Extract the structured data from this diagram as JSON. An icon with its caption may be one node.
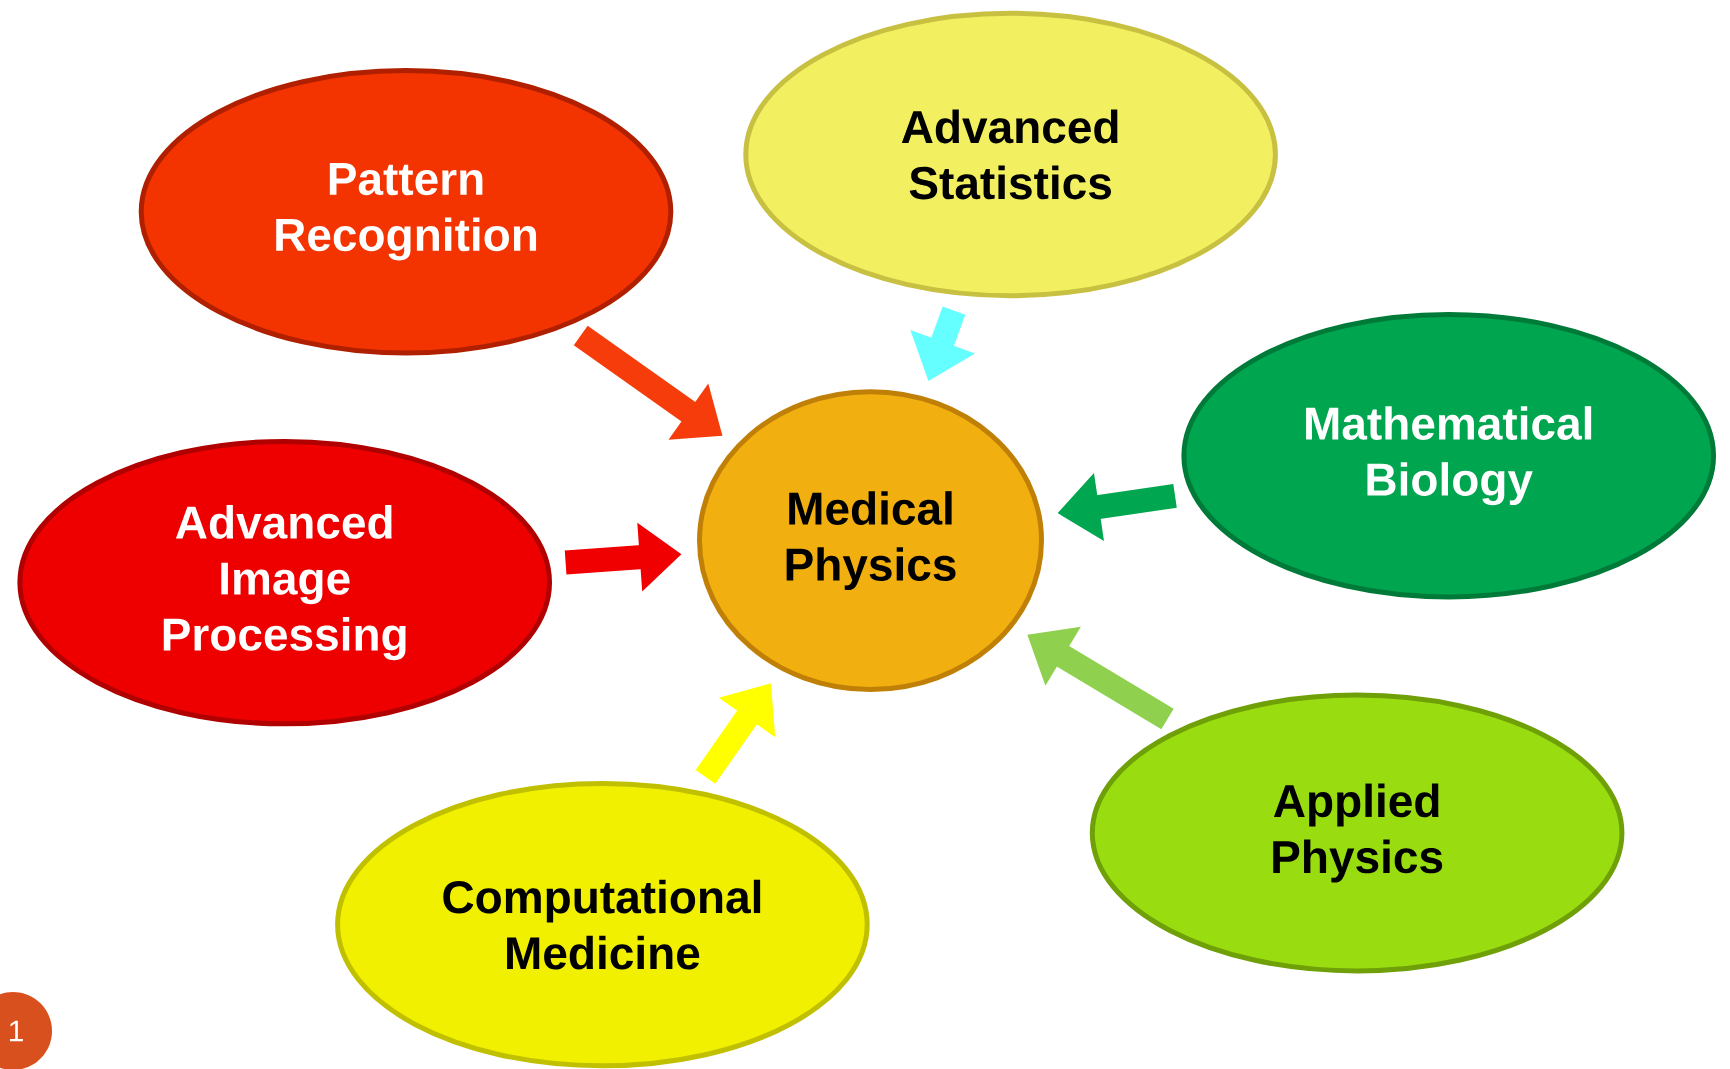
{
  "diagram": {
    "nodes": [
      {
        "text": [
          "Advanced Statistics"
        ]
      },
      {
        "text": [
          "Pattern Recognition"
        ]
      },
      {
        "text": [
          "Mathematical Biology"
        ]
      },
      {
        "text": [
          "Medical Physics"
        ]
      },
      {
        "text": [
          "Advanced Image Processing"
        ]
      },
      {
        "text": [
          "Applied Physics"
        ]
      },
      {
        "text": [
          "Computational Medicine"
        ]
      }
    ],
    "edges": [
      {
        "from": 0,
        "to": 3,
        "arrow": "to",
        "color": "#66ffff"
      },
      {
        "from": 1,
        "to": 3,
        "arrow": "to",
        "color": "#f53c0a"
      },
      {
        "from": 2,
        "to": 3,
        "arrow": "to",
        "color": "#00a650"
      },
      {
        "from": 4,
        "to": 3,
        "arrow": "to",
        "color": "#f00000"
      },
      {
        "from": 5,
        "to": 3,
        "arrow": "to",
        "color": "#8fd14f"
      },
      {
        "from": 6,
        "to": 3,
        "arrow": "to",
        "color": "#ffff00"
      }
    ],
    "labels": [
      "1"
    ]
  }
}
